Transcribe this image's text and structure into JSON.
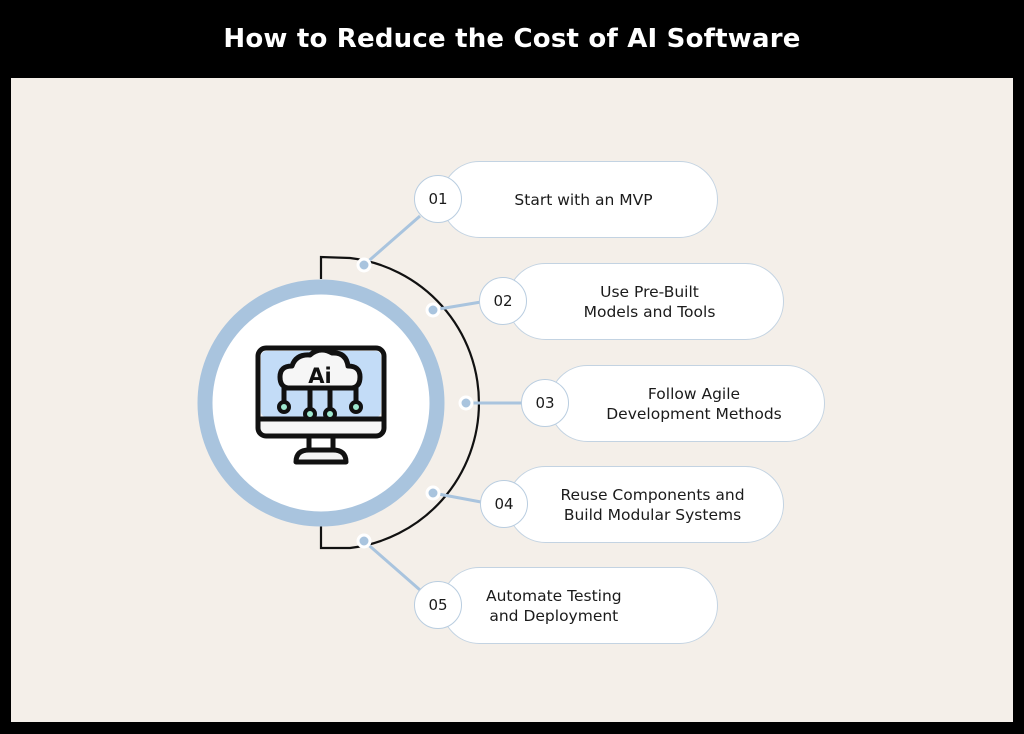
{
  "title": "How to Reduce the Cost of AI Software",
  "colors": {
    "frame": "#000000",
    "panel_background": "#f4efe9",
    "ring": "#a9c4de",
    "connector": "#a9c4de",
    "arc": "#111111",
    "pill_border": "#c3d3e2"
  },
  "center_icon": {
    "name": "ai-cloud-monitor-icon",
    "label": "Ai"
  },
  "steps": [
    {
      "number": "01",
      "text": "Start with an MVP"
    },
    {
      "number": "02",
      "text": "Use Pre-Built\nModels and Tools"
    },
    {
      "number": "03",
      "text": "Follow Agile\nDevelopment Methods"
    },
    {
      "number": "04",
      "text": "Reuse Components and\nBuild Modular Systems"
    },
    {
      "number": "05",
      "text": "Automate Testing\nand Deployment"
    }
  ]
}
